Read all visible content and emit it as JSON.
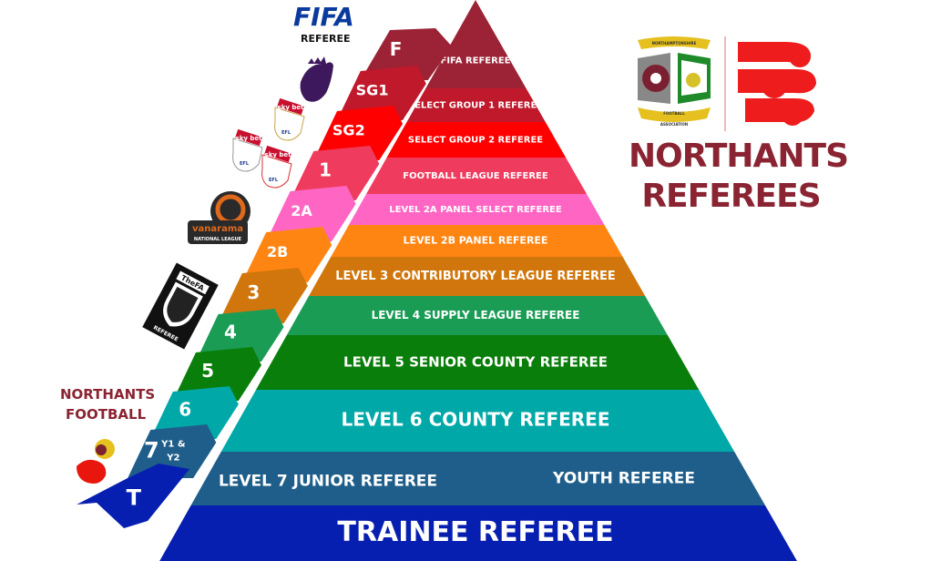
{
  "pyramid": {
    "levels": [
      {
        "label": "FIFA REFEREE",
        "color": "#9b2335"
      },
      {
        "label": "SELECT GROUP 1 REFEREE",
        "color": "#c0192b"
      },
      {
        "label": "SELECT GROUP 2 REFEREE",
        "color": "#ff0000"
      },
      {
        "label": "FOOTBALL LEAGUE REFEREE",
        "color": "#ef3b5d"
      },
      {
        "label": "LEVEL 2A PANEL SELECT REFEREE",
        "color": "#ff66c4"
      },
      {
        "label": "LEVEL 2B PANEL REFEREE",
        "color": "#ff8513"
      },
      {
        "label": "LEVEL 3 CONTRIBUTORY LEAGUE REFEREE",
        "color": "#d1760c"
      },
      {
        "label": "LEVEL 4 SUPPLY LEAGUE REFEREE",
        "color": "#1a9c55"
      },
      {
        "label": "LEVEL 5 SENIOR COUNTY REFEREE",
        "color": "#0a7e0a"
      },
      {
        "label": "LEVEL 6 COUNTY REFEREE",
        "color": "#00a8a8"
      },
      {
        "label": "LEVEL 7 JUNIOR REFEREE",
        "label2": "YOUTH REFEREE",
        "color": "#1f5e8a"
      },
      {
        "label": "TRAINEE REFEREE",
        "color": "#071fb0"
      }
    ]
  },
  "strip": {
    "segments": [
      {
        "label": "F",
        "color": "#9b2335"
      },
      {
        "label": "SG1",
        "color": "#c0192b"
      },
      {
        "label": "SG2",
        "color": "#ff0000"
      },
      {
        "label": "1",
        "color": "#ef3b5d"
      },
      {
        "label": "2A",
        "color": "#ff66c4"
      },
      {
        "label": "2B",
        "color": "#ff8513"
      },
      {
        "label": "3",
        "color": "#d1760c"
      },
      {
        "label": "4",
        "color": "#1a9c55"
      },
      {
        "label": "5",
        "color": "#0a7e0a"
      },
      {
        "label": "6",
        "color": "#00a8a8"
      },
      {
        "label": "7",
        "sub1": "Y1 &",
        "sub2": "Y2",
        "color": "#1f5e8a"
      },
      {
        "label": "T",
        "color": "#071fb0"
      }
    ]
  },
  "logos": {
    "fifa": "FIFA",
    "fifa_sub": "REFEREE",
    "skybet": "sky bet",
    "efl": "EFL",
    "vanarama": "vanarama",
    "national_league": "NATIONAL LEAGUE",
    "the_fa": "TheFA",
    "fa_referee": "REFEREE",
    "northants_football_1": "NORTHANTS",
    "northants_football_2": "FOOTBALL",
    "nfa_top": "NORTHAMPTONSHIRE",
    "nfa_mid": "FOOTBALL",
    "nfa_bottom": "ASSOCIATION"
  },
  "brand": {
    "line1": "NORTHANTS",
    "line2": "REFEREES",
    "color": "#8a2432"
  }
}
